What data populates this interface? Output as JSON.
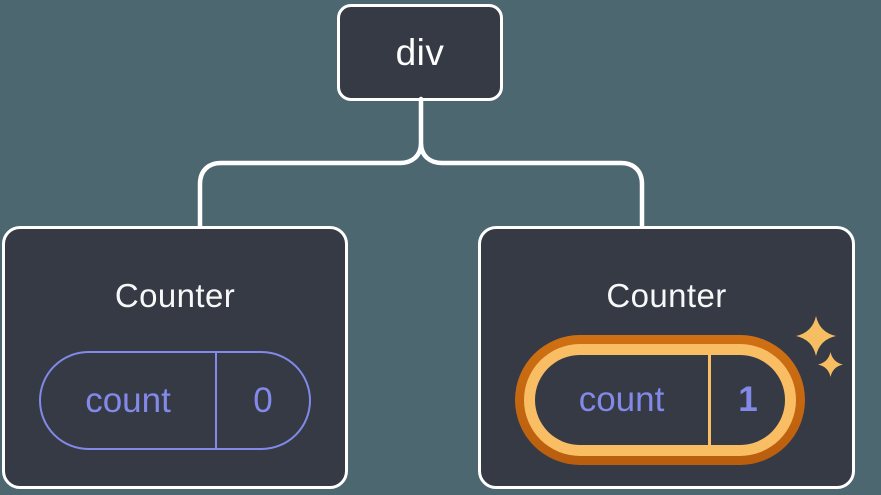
{
  "diagram": {
    "root": {
      "label": "div"
    },
    "children": [
      {
        "title": "Counter",
        "state": {
          "key": "count",
          "value": "0"
        },
        "highlighted": false
      },
      {
        "title": "Counter",
        "state": {
          "key": "count",
          "value": "1"
        },
        "highlighted": true
      }
    ],
    "icons": {
      "highlight": "sparkle-icon"
    },
    "colors": {
      "background": "#4d6771",
      "node_fill": "#353a45",
      "node_border": "#ffffff",
      "connector": "#ffffff",
      "title_text": "#f7f8f8",
      "state_accent": "#8289e8",
      "highlight_ring_outer": "#c2660f",
      "highlight_ring_inner": "#f9bd64",
      "sparkle": "#f7bd62"
    }
  }
}
